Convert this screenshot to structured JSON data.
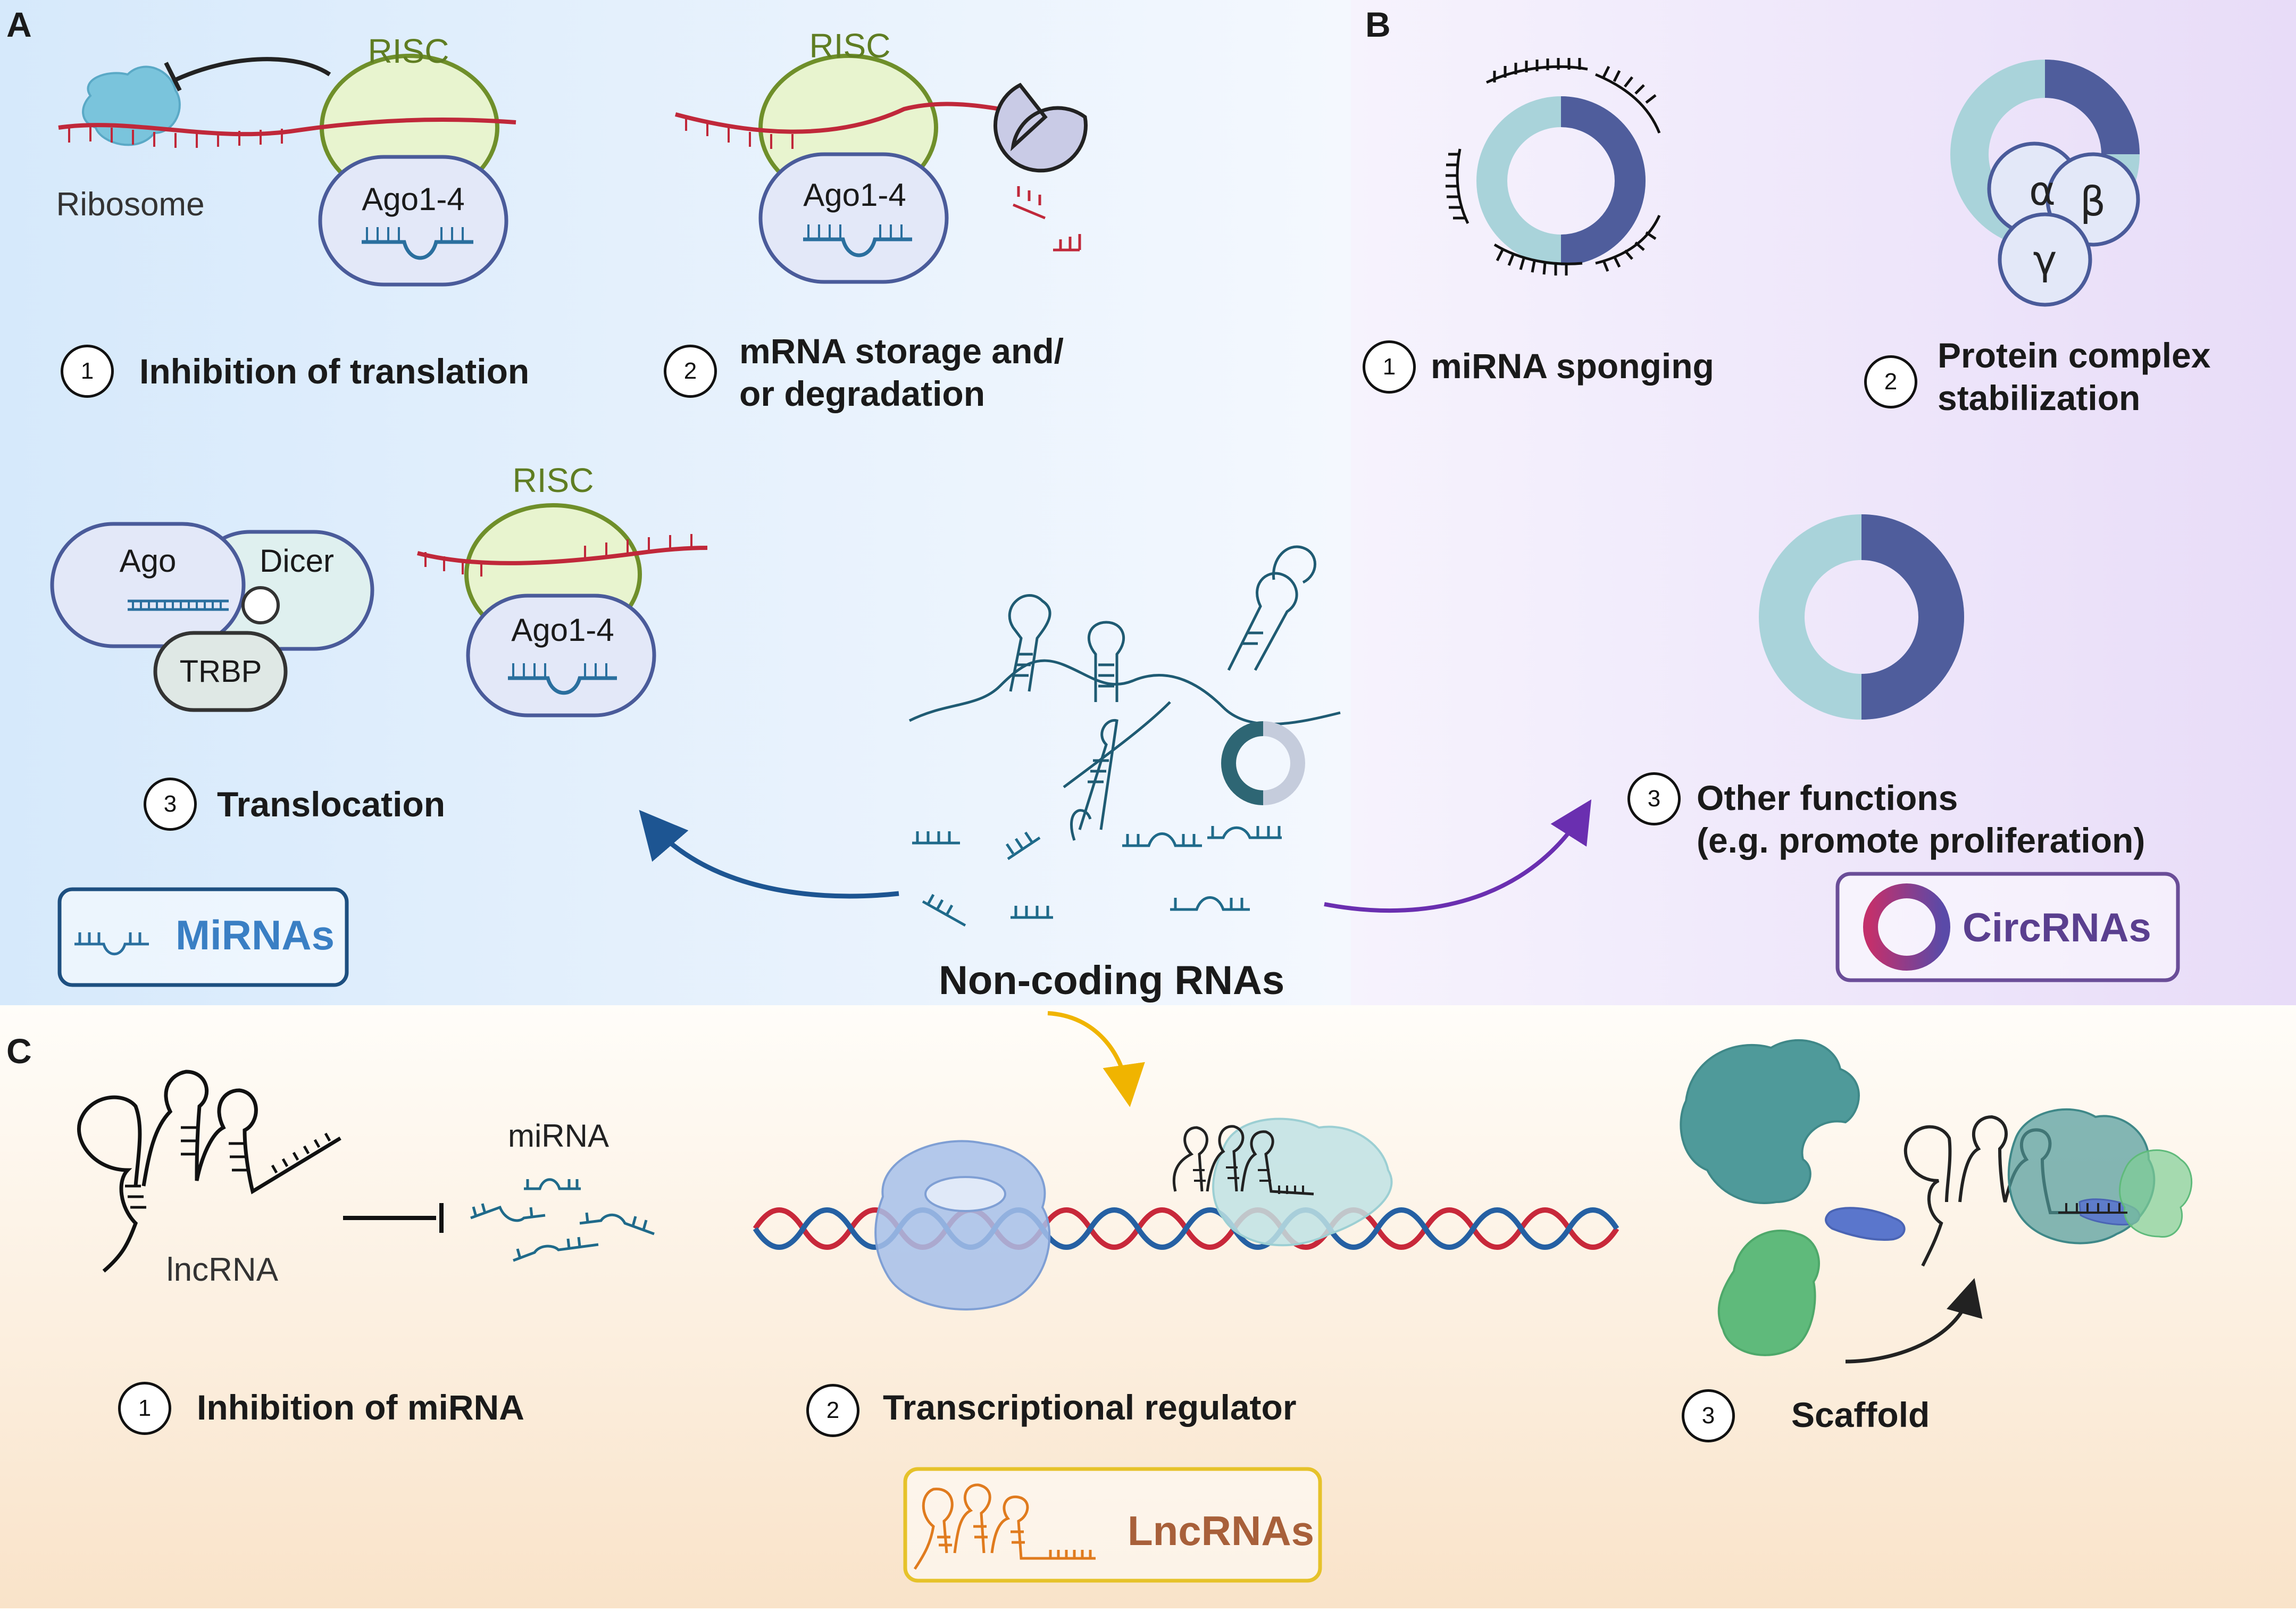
{
  "panels": {
    "a": {
      "letter": "A",
      "risc_label": "RISC",
      "ago_label": "Ago1-4",
      "ribosome_label": "Ribosome",
      "ago_label_short": "Ago",
      "dicer_label": "Dicer",
      "trbp_label": "TRBP",
      "steps": [
        {
          "num": "1",
          "text": "Inhibition of translation"
        },
        {
          "num": "2",
          "line1": "mRNA storage and/",
          "line2": "or degradation"
        },
        {
          "num": "3",
          "text": "Translocation"
        }
      ],
      "legend": "MiRNAs"
    },
    "b": {
      "letter": "B",
      "greek": [
        "α",
        "β",
        "γ"
      ],
      "steps": [
        {
          "num": "1",
          "text": "miRNA sponging"
        },
        {
          "num": "2",
          "line1": "Protein complex",
          "line2": "stabilization"
        },
        {
          "num": "3",
          "line1": "Other functions",
          "line2": "(e.g. promote proliferation)"
        }
      ],
      "legend": "CircRNAs"
    },
    "c": {
      "letter": "C",
      "lncrna_label": "lncRNA",
      "mirna_label": "miRNA",
      "steps": [
        {
          "num": "1",
          "text": "Inhibition of miRNA"
        },
        {
          "num": "2",
          "text": "Transcriptional regulator"
        },
        {
          "num": "3",
          "text": "Scaffold"
        }
      ],
      "legend": "LncRNAs"
    }
  },
  "center_label": "Non-coding RNAs",
  "colors": {
    "mirna_blue": "#2f6fae",
    "circ_dark": "#4f5d9c",
    "circ_light": "#a9d3da",
    "lnc_orange": "#e07b1e",
    "rna_red": "#c0283a",
    "risc_green": "#6f8f2a",
    "ago_fill": "#e3e8f8",
    "ago_stroke": "#4a5b9a"
  }
}
